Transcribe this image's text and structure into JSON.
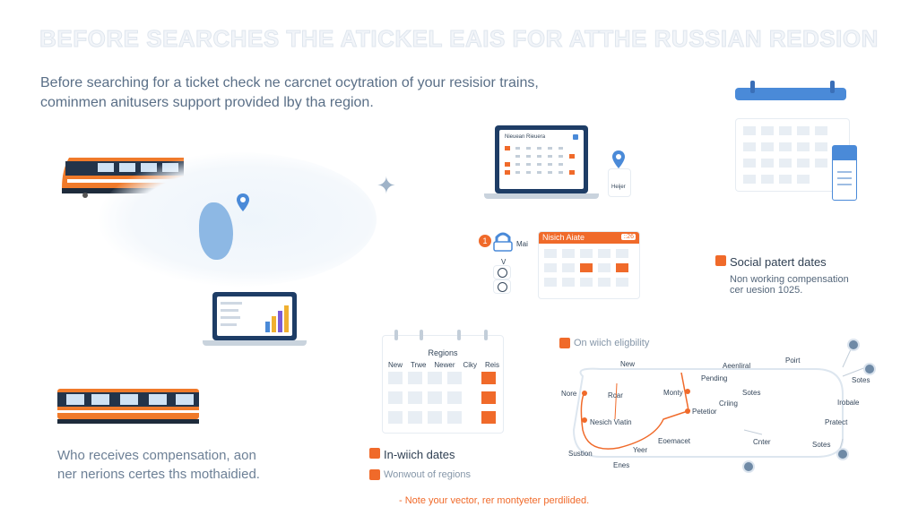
{
  "title": "BEFORE SEARCHES THE ATICKEL EAIS FOR ATTHE RUSSIAN REDSION",
  "intro": {
    "line1": "Before searching for a ticket check ne carcnet ocytration of your resisior trains,",
    "line2": "cominmen anitusers support provided lby tha region."
  },
  "laptop_top_text": "Nieuean Rieuera",
  "pin_card_label": "Heijer",
  "mini_icon_label": "Mai",
  "mini_icon_badge": "1",
  "mini_icon_letter": "V",
  "calendar_card": {
    "header": "Nisich Aiate",
    "header_badge": "::26"
  },
  "social": {
    "heading": "Social patert dates",
    "line1": "Non working compensation",
    "line2": "cer uesion 1025."
  },
  "regions_calendar": {
    "title": "Regions",
    "columns": [
      "New",
      "Trwe",
      "Newer",
      "Ciky",
      "Reis"
    ]
  },
  "legend_a": "On wiich eligbility",
  "legend_b_heading": "In-wiich dates",
  "legend_b_sub": "Wonwout of regions",
  "who": {
    "line1": "Who receives compensation, aon",
    "line2": "ner nerions certes ths mothaidied."
  },
  "note": "- Note your vector, rer montyeter perdilided.",
  "network_nodes": [
    "New",
    "Aeenliral",
    "Poirt",
    "Sotes",
    "Pending",
    "Nore",
    "Rcar",
    "Monty",
    "Sotes",
    "Criing",
    "Irobale",
    "Petetior",
    "Nesich Viatin",
    "Pratect",
    "Eoemacet",
    "Yeer",
    "Sustion",
    "Enes",
    "Cnter",
    "Sotes"
  ],
  "colors": {
    "accent": "#f06a2a",
    "primary": "#1e3d66",
    "blue": "#4a8ad8"
  }
}
